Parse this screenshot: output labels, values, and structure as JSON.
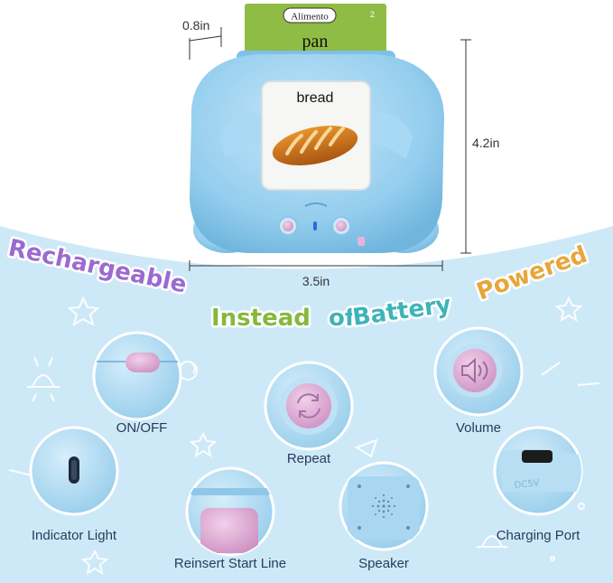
{
  "product": {
    "card_top_category": "Alimento",
    "card_top_number": "2",
    "card_top_word": "pan",
    "screen_card_word": "bread"
  },
  "dimensions": {
    "depth": "0.8in",
    "height": "4.2in",
    "width": "3.5in"
  },
  "headline": {
    "part1": "Rechargeable",
    "part2": "Instead",
    "part3": "of",
    "part4": "Battery",
    "part5": "Powered"
  },
  "features": {
    "on_off": "ON/OFF",
    "repeat": "Repeat",
    "volume": "Volume",
    "indicator": "Indicator Light",
    "reinsert": "Reinsert Start Line",
    "speaker": "Speaker",
    "charging": "Charging Port"
  },
  "colors": {
    "device_blue": "#9fd3ef",
    "background_blue": "#cde9f8",
    "button_pink": "#e7b3d8",
    "card_green": "#8fbc45"
  },
  "icons": [
    "speaker-icon",
    "repeat-arrows-icon",
    "bread-icon"
  ]
}
